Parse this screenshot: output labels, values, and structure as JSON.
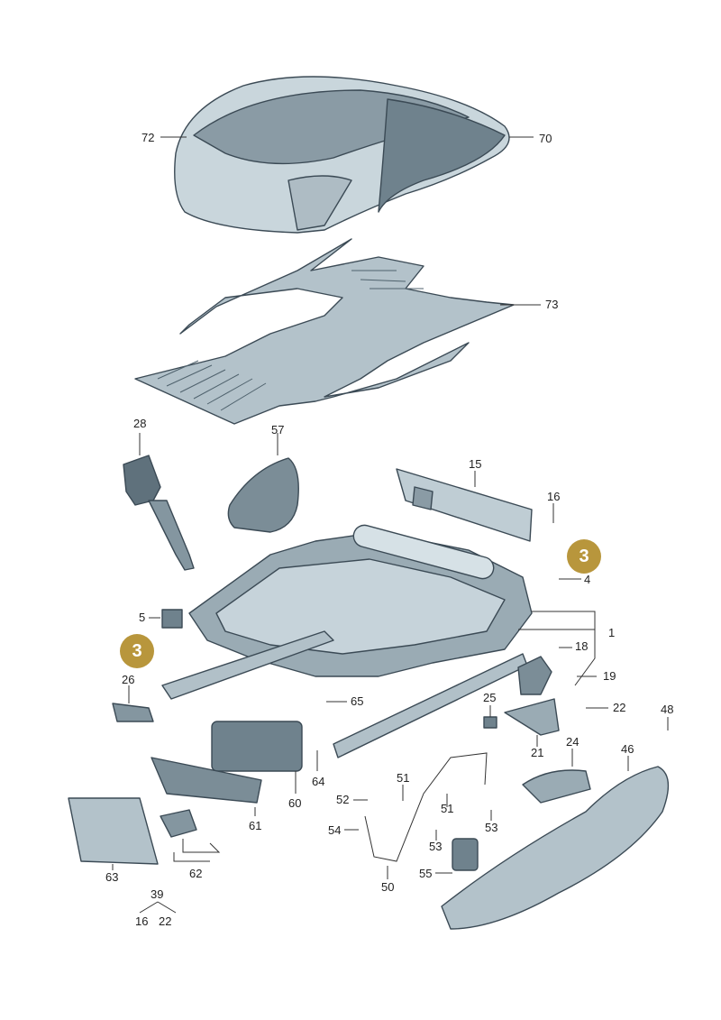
{
  "labels": {
    "l72": "72",
    "l70": "70",
    "l73": "73",
    "l28": "28",
    "l57": "57",
    "l15": "15",
    "l16a": "16",
    "l4": "4",
    "l1": "1",
    "l5": "5",
    "l18": "18",
    "l19": "19",
    "l26": "26",
    "l25": "25",
    "l65": "65",
    "l22a": "22",
    "l48": "48",
    "l21": "21",
    "l24": "24",
    "l46": "46",
    "l64": "64",
    "l60": "60",
    "l51a": "51",
    "l52": "52",
    "l51b": "51",
    "l53a": "53",
    "l54": "54",
    "l53b": "53",
    "l61": "61",
    "l55": "55",
    "l63": "63",
    "l62": "62",
    "l50": "50",
    "l39": "39",
    "l16b": "16",
    "l22b": "22"
  },
  "badges": {
    "b1": "3",
    "b2": "3"
  },
  "colors": {
    "badge": "#b8963c",
    "part_fill": "#bfcdd4",
    "part_dark": "#7e919b",
    "line": "#333333"
  }
}
